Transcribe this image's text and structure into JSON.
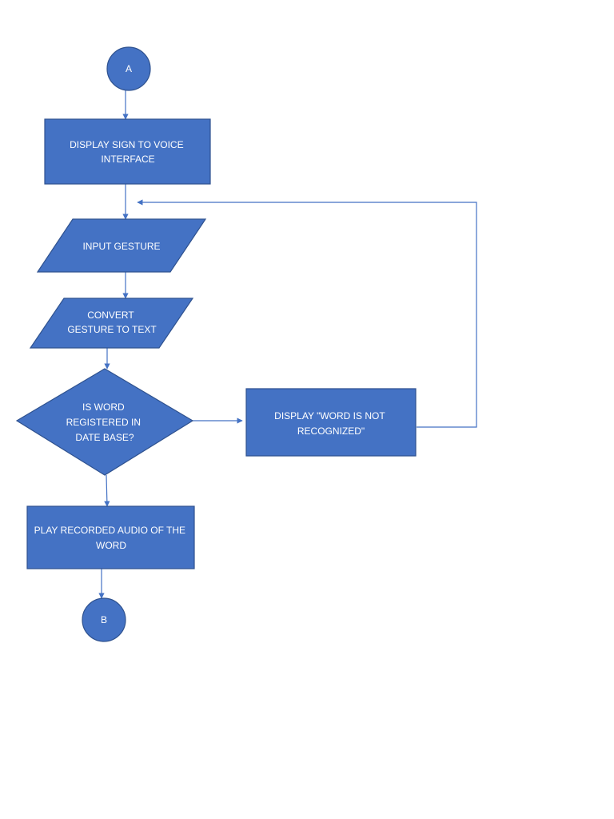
{
  "diagram": {
    "colors": {
      "fill": "#4472C4",
      "border": "#2F528F",
      "line": "#4472C4",
      "text": "#FFFFFF",
      "background": "#FFFFFF"
    },
    "nodes": {
      "start_connector": {
        "shape": "circle",
        "label": "A"
      },
      "display_interface": {
        "shape": "process",
        "line1": "DISPLAY SIGN TO VOICE",
        "line2": "INTERFACE"
      },
      "input_gesture": {
        "shape": "input-output",
        "label": "INPUT GESTURE"
      },
      "convert_gesture": {
        "shape": "input-output",
        "line1": "CONVERT",
        "line2": "GESTURE TO TEXT"
      },
      "decision": {
        "shape": "decision",
        "line1": "IS WORD",
        "line2": "REGISTERED IN",
        "line3": "DATE BASE?"
      },
      "not_recognized": {
        "shape": "process",
        "line1": "DISPLAY \"WORD IS NOT",
        "line2": "RECOGNIZED\""
      },
      "play_audio": {
        "shape": "process",
        "line1": "PLAY RECORDED AUDIO OF THE",
        "line2": "WORD"
      },
      "end_connector": {
        "shape": "circle",
        "label": "B"
      }
    }
  }
}
